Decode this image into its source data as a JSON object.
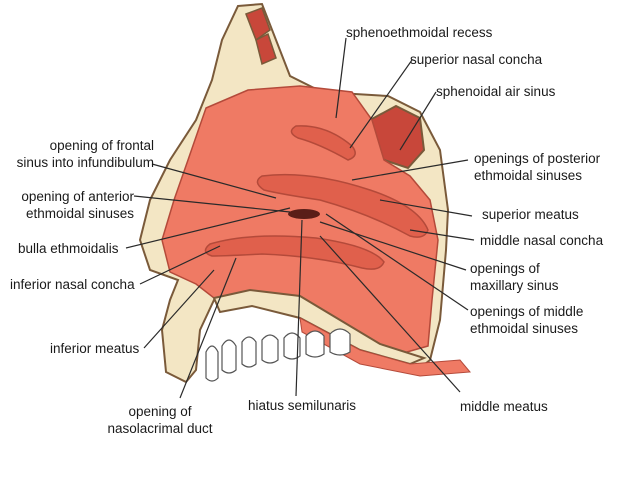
{
  "labels": {
    "sphenoethmoidal_recess": [
      "sphenoethmoidal recess"
    ],
    "superior_nasal_concha": [
      "superior nasal concha"
    ],
    "sphenoidal_air_sinus": [
      "sphenoidal air sinus"
    ],
    "openings_posterior_ethmoidal": [
      "openings of posterior",
      "ethmoidal sinuses"
    ],
    "superior_meatus": [
      "superior meatus"
    ],
    "middle_nasal_concha": [
      "middle nasal concha"
    ],
    "openings_maxillary": [
      "openings of",
      "maxillary sinus"
    ],
    "openings_middle_ethmoidal": [
      "openings of middle",
      "ethmoidal sinuses"
    ],
    "middle_meatus": [
      "middle meatus"
    ],
    "hiatus_semilunaris": [
      "hiatus semilunaris"
    ],
    "opening_nasolacrimal": [
      "opening of",
      "nasolacrimal duct"
    ],
    "inferior_meatus": [
      "inferior meatus"
    ],
    "inferior_nasal_concha": [
      "inferior nasal concha"
    ],
    "bulla_ethmoidalis": [
      "bulla ethmoidalis"
    ],
    "opening_anterior_ethmoidal": [
      "opening of anterior",
      "ethmoidal sinuses"
    ],
    "opening_frontal_sinus": [
      "opening of frontal",
      "sinus into infundibulum"
    ]
  },
  "colors": {
    "mucosa": "#ef7a64",
    "mucosa_dark": "#e0604c",
    "bone": "#f3e6c4",
    "bone_outline": "#7a5a3a",
    "sinus_red": "#c8473a",
    "leader": "#2a2a2a"
  }
}
